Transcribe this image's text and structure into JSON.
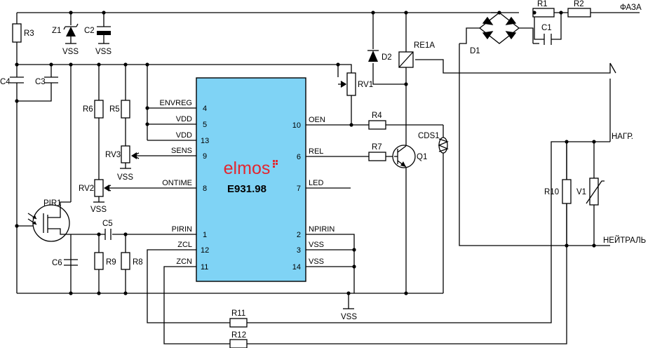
{
  "chip": {
    "fill_color": "#7fd3f5",
    "logo_color": "#e3262f",
    "logo_text": "elmos",
    "part_number": "E931.98",
    "left_pins": [
      {
        "name": "ENVREG",
        "number": "4"
      },
      {
        "name": "VDD",
        "number": "5"
      },
      {
        "name": "VDD",
        "number": "13"
      },
      {
        "name": "SENS",
        "number": "9"
      },
      {
        "name": "ONTIME",
        "number": "8"
      },
      {
        "name": "PIRIN",
        "number": "1"
      },
      {
        "name": "ZCL",
        "number": "12"
      },
      {
        "name": "ZCN",
        "number": "11"
      }
    ],
    "right_pins": [
      {
        "name": "OEN",
        "number": "10"
      },
      {
        "name": "REL",
        "number": "6"
      },
      {
        "name": "LED",
        "number": "7"
      },
      {
        "name": "NPIRIN",
        "number": "2"
      },
      {
        "name": "VSS",
        "number": "3"
      },
      {
        "name": "VSS",
        "number": "14"
      }
    ]
  },
  "components": {
    "R1": "R1",
    "R2": "R2",
    "R3": "R3",
    "R4": "R4",
    "R5": "R5",
    "R6": "R6",
    "R7": "R7",
    "R8": "R8",
    "R9": "R9",
    "R10": "R10",
    "R11": "R11",
    "R12": "R12",
    "C1": "C1",
    "C2": "C2",
    "C3": "C3",
    "C4": "C4",
    "C5": "C5",
    "C6": "C6",
    "Z1": "Z1",
    "D1": "D1",
    "D2": "D2",
    "RV1": "RV1",
    "RV2": "RV2",
    "RV3": "RV3",
    "RE1A": "RE1A",
    "Q1": "Q1",
    "CDS1": "CDS1",
    "PIR1": "PIR1",
    "V1": "V1"
  },
  "nets": {
    "vss": "VSS",
    "phase": "ФАЗА",
    "load": "НАГР.",
    "neutral": "НЕЙТРАЛЬ"
  }
}
